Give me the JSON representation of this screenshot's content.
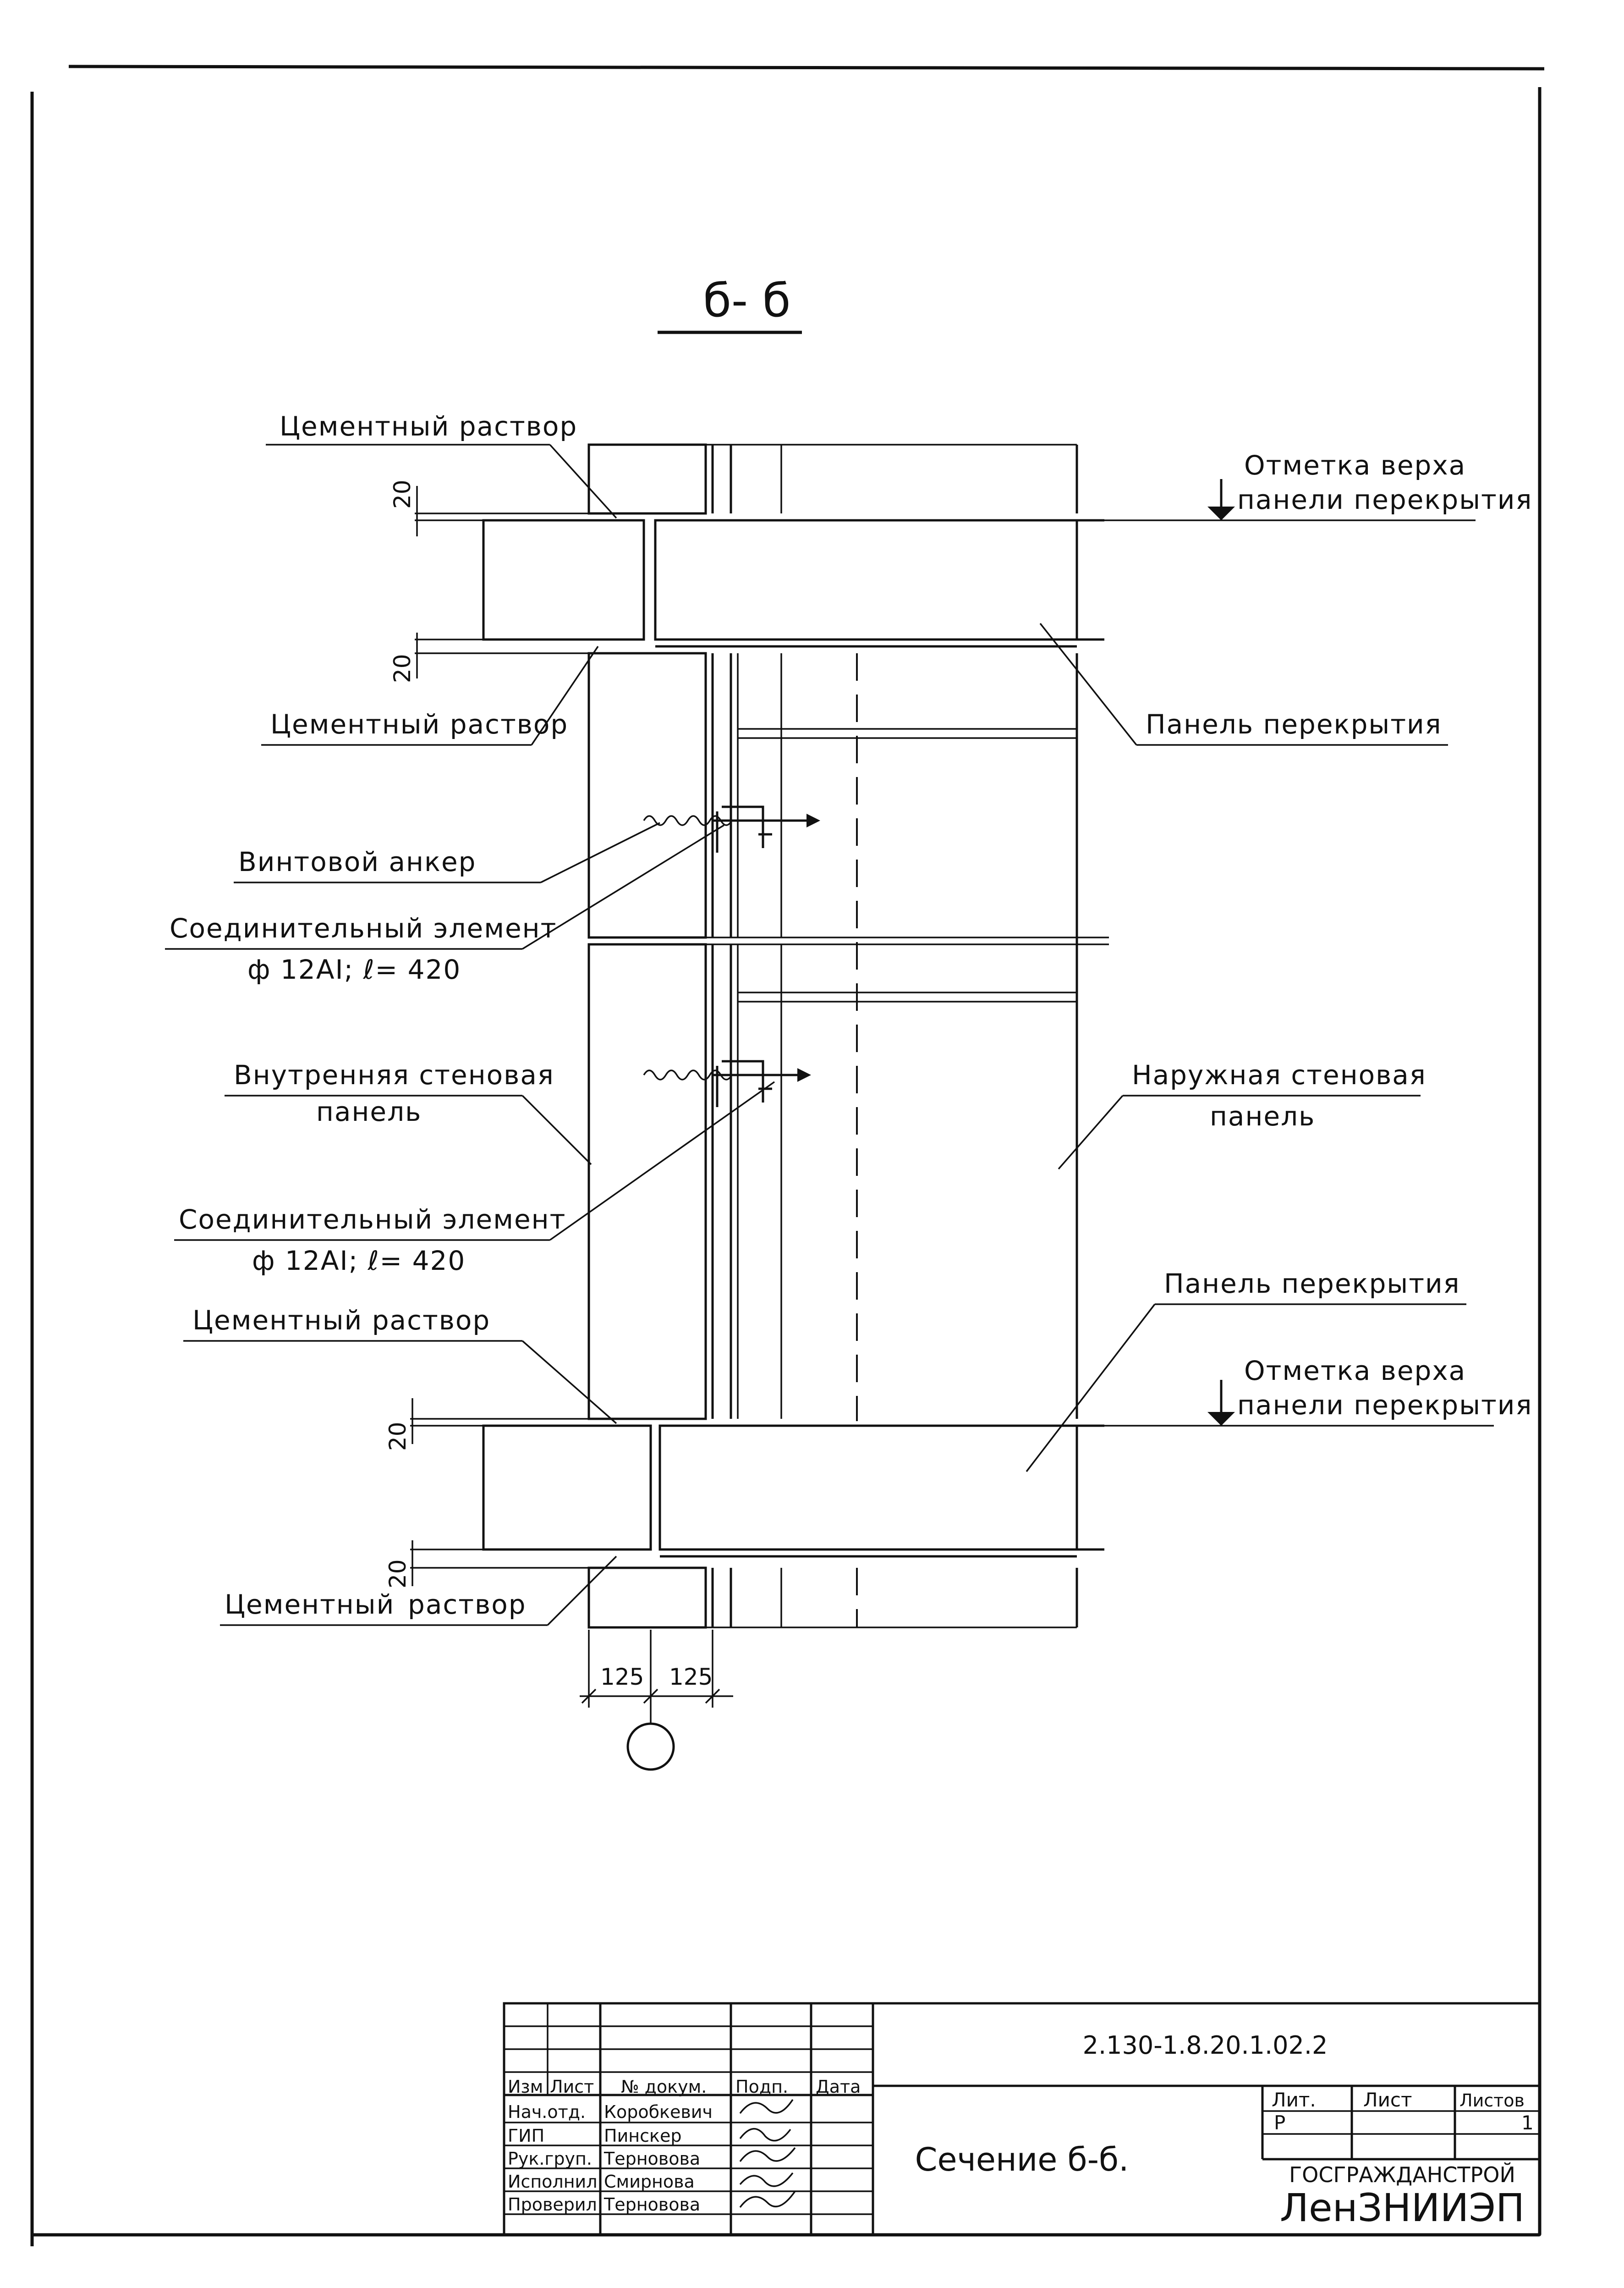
{
  "section_title": "б- б",
  "labels": {
    "mortar_top": "Цементный раствор",
    "mortar_upper": "Цементный раствор",
    "mortar_lower": "Цементный раствор",
    "mortar_bottom_a": "Цементный",
    "mortar_bottom_b": "раствор",
    "mark_top_a": "Отметка верха",
    "mark_top_b": "панели перекрытия",
    "mark_bottom_a": "Отметка верха",
    "mark_bottom_b": "панели перекрытия",
    "floor_panel_top": "Панель перекрытия",
    "floor_panel_bottom": "Панель перекрытия",
    "screw_anchor": "Винтовой анкер",
    "connector_1_a": "Соединительный элемент",
    "connector_1_b": "ф 12AI; ℓ= 420",
    "connector_2_a": "Соединительный элемент",
    "connector_2_b": "ф 12AI; ℓ= 420",
    "inner_panel_a": "Внутренняя стеновая",
    "inner_panel_b": "панель",
    "outer_panel_a": "Наружная стеновая",
    "outer_panel_b": "панель"
  },
  "dimensions": {
    "gap_top_1": "20",
    "gap_top_2": "20",
    "gap_bottom_1": "20",
    "gap_bottom_2": "20",
    "width_left": "125",
    "width_right": "125"
  },
  "title_block": {
    "doc_code": "2.130-1.8.20.1.02.2",
    "sheet_title": "Сечение б-б.",
    "headers": {
      "izm": "Изм",
      "list": "Лист",
      "doc": "№ докум.",
      "sign": "Подп.",
      "date": "Дата"
    },
    "staff": [
      {
        "role": "Нач.отд.",
        "name": "Коробкевич"
      },
      {
        "role": "ГИП",
        "name": "Пинскер"
      },
      {
        "role": "Рук.груп.",
        "name": "Терновова"
      },
      {
        "role": "Исполнил",
        "name": "Смирнова"
      },
      {
        "role": "Проверил",
        "name": "Терновова"
      }
    ],
    "lit_header": "Лит.",
    "sheet_header": "Лист",
    "sheets_header": "Листов",
    "lit_value": "Р",
    "sheets_value": "1",
    "org_line1": "ГОСГРАЖДАНСТРОЙ",
    "org_line2": "ЛенЗНИИЭП"
  }
}
